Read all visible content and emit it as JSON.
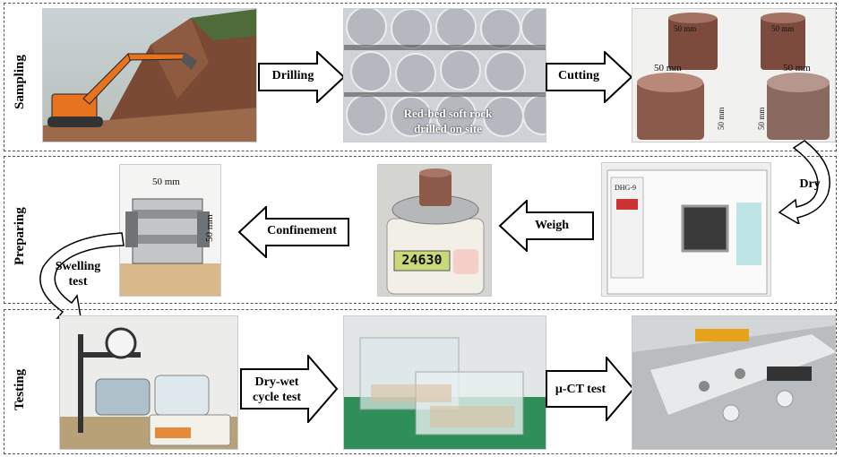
{
  "rows": {
    "sampling": "Sampling",
    "preparing": "Preparing",
    "testing": "Testing"
  },
  "steps": {
    "drilling": "Drilling",
    "cutting": "Cutting",
    "dry": "Dry",
    "weigh": "Weigh",
    "confinement": "Confinement",
    "swelling_line1": "Swelling",
    "swelling_line2": "test",
    "drywet_line1": "Dry-wet",
    "drywet_line2": "cycle test",
    "muct": "μ-CT test"
  },
  "photo_captions": {
    "soft_rock_line1": "Red-bed soft rock",
    "soft_rock_line2": "drilled on site"
  },
  "dimensions": {
    "d50": "50 mm"
  },
  "scale_display": "24630",
  "oven_label": "DHG-9",
  "colors": {
    "arrow_fill": "#ffffff",
    "arrow_stroke": "#000000",
    "rock": "#8a5a4a",
    "excavator": "#e8731e"
  }
}
